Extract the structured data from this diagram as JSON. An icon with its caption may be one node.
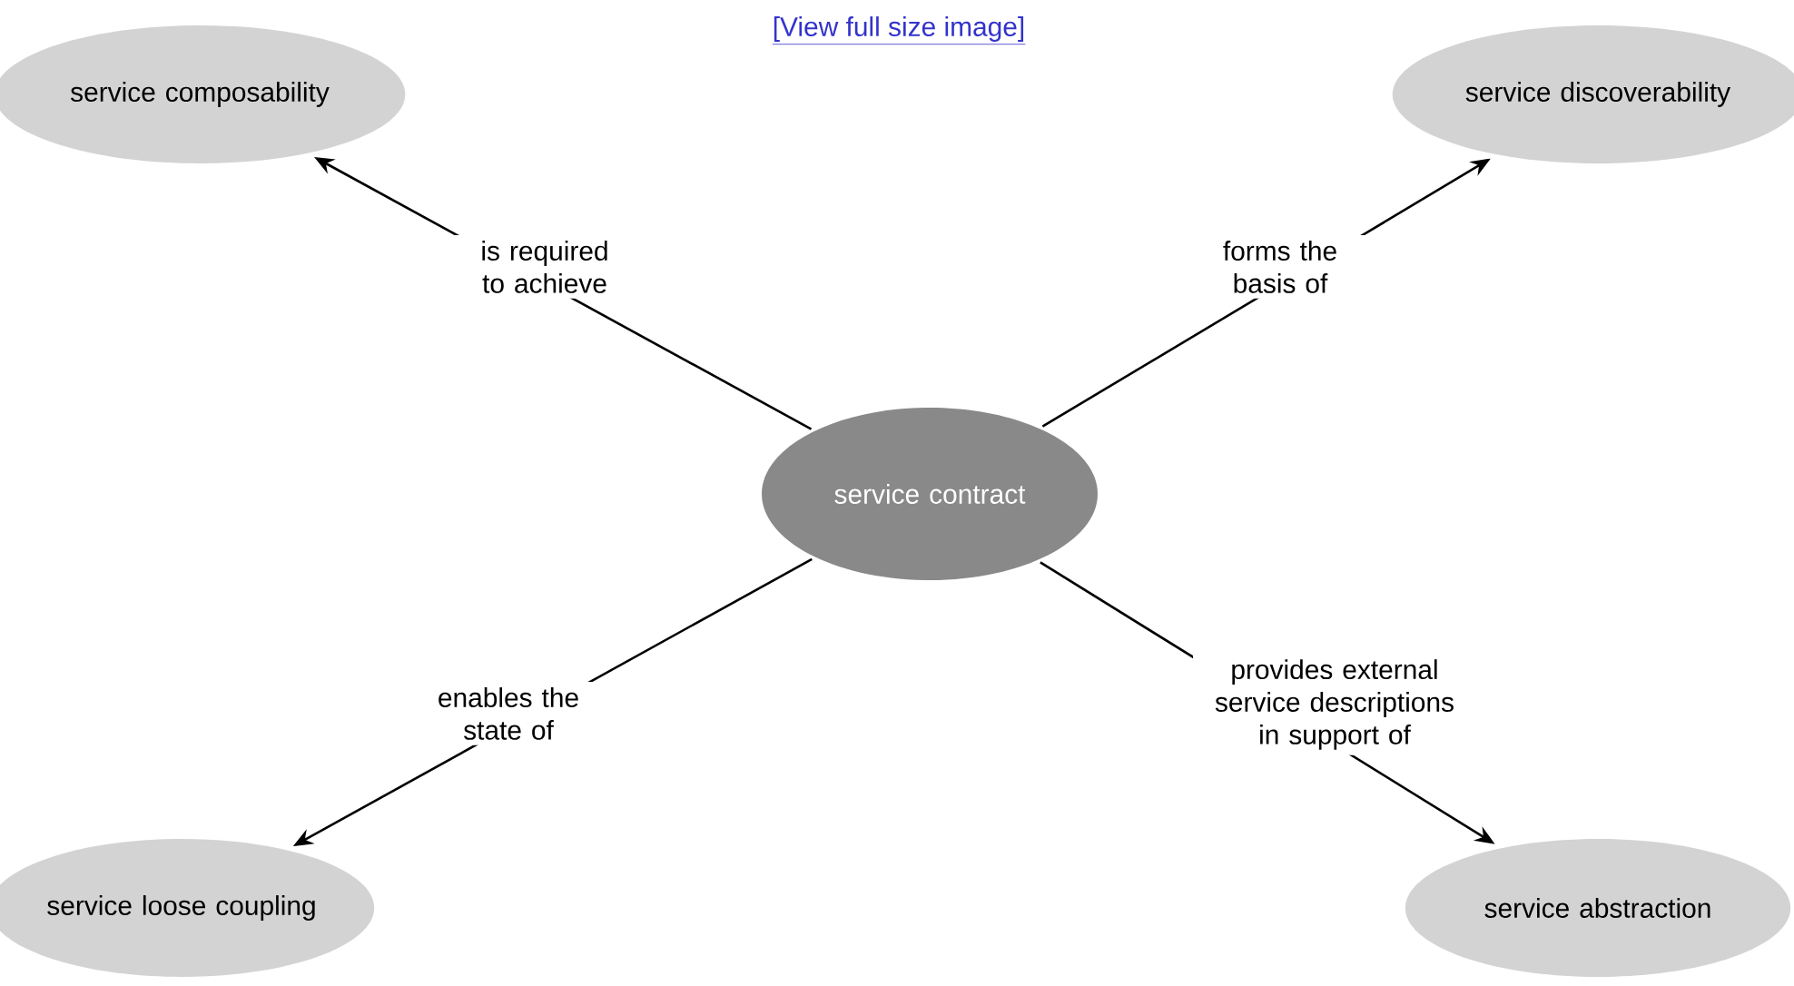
{
  "diagram": {
    "title": "[View full size image]",
    "nodes": [
      {
        "text": [
          "service contract"
        ]
      },
      {
        "text": [
          "service composability"
        ]
      },
      {
        "text": [
          "service discoverability"
        ]
      },
      {
        "text": [
          "service loose coupling"
        ]
      },
      {
        "text": [
          "service abstraction"
        ]
      }
    ],
    "edges": [
      {
        "from": 0,
        "to": 1,
        "arrow": "to",
        "label": "is required to achieve"
      },
      {
        "from": 0,
        "to": 2,
        "arrow": "to",
        "label": "forms the basis of"
      },
      {
        "from": 0,
        "to": 3,
        "arrow": "to",
        "label": "enables the state of"
      },
      {
        "from": 0,
        "to": 4,
        "arrow": "to",
        "label": "provides external service descriptions in support of"
      }
    ]
  }
}
